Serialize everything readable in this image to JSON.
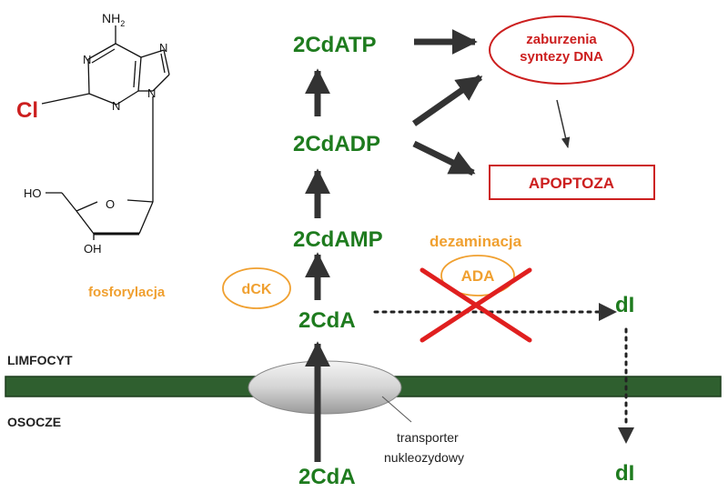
{
  "colors": {
    "green": "#1e7b1e",
    "orange": "#f0a030",
    "red": "#cc1f1f",
    "membrane": "#2f5f2f",
    "arrow": "#333333"
  },
  "molecule": {
    "nh2_n": "NH",
    "nh2_sub": "2",
    "cl": "Cl",
    "n1": "N",
    "n2": "N",
    "n3": "N",
    "n4": "N",
    "ho": "HO",
    "o": "O",
    "oh": "OH"
  },
  "pathway": {
    "atp": "2CdATP",
    "adp": "2CdADP",
    "amp": "2CdAMP",
    "cda_in": "2CdA",
    "cda_out": "2CdA"
  },
  "outcomes": {
    "dna": [
      "zaburzenia",
      "syntezy DNA"
    ],
    "apoptoza": "APOPTOZA"
  },
  "enzymes": {
    "fosforylacja": "fosforylacja",
    "dck": "dCK",
    "dezaminacja": "dezaminacja",
    "ada": "ADA"
  },
  "di": {
    "inside": "dI",
    "outside": "dI"
  },
  "compartments": {
    "limfocyt": "LIMFOCYT",
    "osocze": "OSOCZE"
  },
  "transporter": [
    "transporter",
    "nukleozydowy"
  ]
}
